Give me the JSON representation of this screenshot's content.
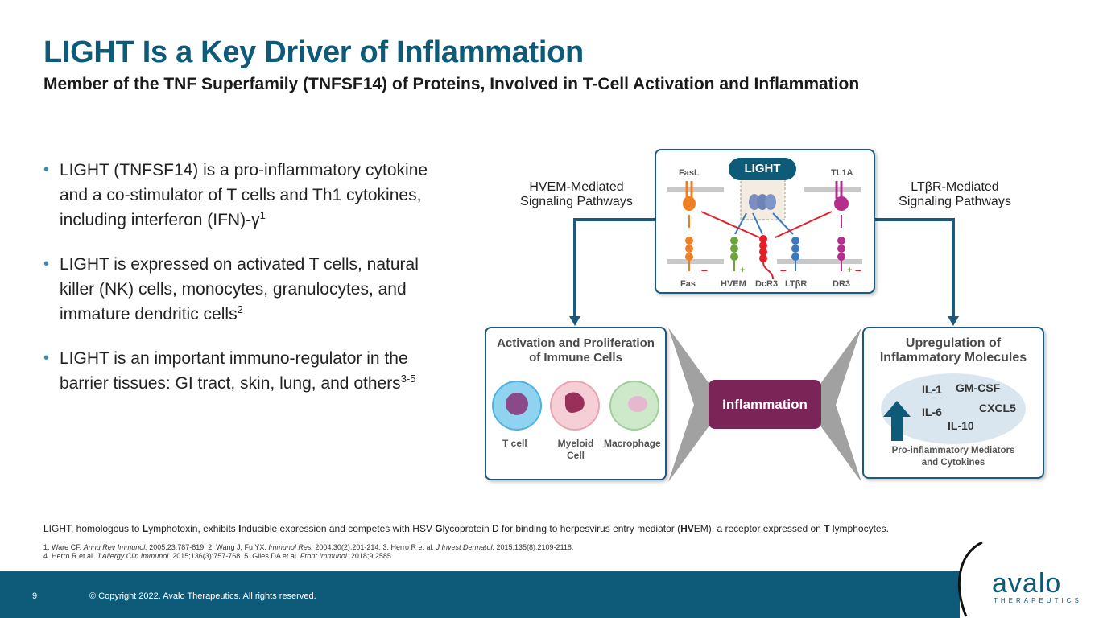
{
  "header": {
    "title": "LIGHT Is a Key Driver of Inflammation",
    "subtitle": "Member of the TNF Superfamily (TNFSF14) of Proteins, Involved in T-Cell Activation and Inflammation"
  },
  "bullets": [
    {
      "text": "LIGHT (TNFSF14) is a pro-inflammatory cytokine and a co-stimulator of T cells and Th1 cytokines, including interferon (IFN)-γ",
      "sup": "1"
    },
    {
      "text": "LIGHT is expressed on activated T cells, natural killer (NK) cells, monocytes, granulocytes, and immature dendritic cells",
      "sup": "2"
    },
    {
      "text": "LIGHT is an important immuno-regulator in the barrier tissues: GI tract, skin, lung, and others",
      "sup": "3-5"
    }
  ],
  "diagram": {
    "left_label_1": "HVEM-Mediated",
    "left_label_2": "Signaling Pathways",
    "right_label_1": "LTβR-Mediated",
    "right_label_2": "Signaling Pathways",
    "light_badge": "LIGHT",
    "fasl": "FasL",
    "tl1a": "TL1A",
    "receptors": [
      "Fas",
      "HVEM",
      "DcR3",
      "LTβR",
      "DR3"
    ],
    "signs": {
      "fas": "–",
      "hvem": "+",
      "ltbr": "–",
      "dr3_plus": "+",
      "dr3_minus": "–"
    },
    "activation_title_1": "Activation and Proliferation",
    "activation_title_2": "of Immune Cells",
    "cells": [
      "T cell",
      "Myeloid",
      "Cell",
      "Macrophage"
    ],
    "inflammation": "Inflammation",
    "upregulation_title_1": "Upregulation of",
    "upregulation_title_2": "Inflammatory Molecules",
    "molecules": [
      "IL-1",
      "GM-CSF",
      "IL-6",
      "CXCL5",
      "IL-10"
    ],
    "mediators_1": "Pro-inflammatory Mediators",
    "mediators_2": "and Cytokines",
    "colors": {
      "accent": "#0d5a79",
      "inflammation": "#7b2458",
      "fas": "#f07f22",
      "hvem": "#6ca33c",
      "dcr3": "#e22028",
      "ltbr": "#3a79bd",
      "dr3": "#b42e8f"
    }
  },
  "footnote": {
    "segments": [
      {
        "t": "LIGHT, homologous to ",
        "b": false
      },
      {
        "t": "L",
        "b": true
      },
      {
        "t": "ymphotoxin, exhibits ",
        "b": false
      },
      {
        "t": "I",
        "b": true
      },
      {
        "t": "nducible expression and competes with HSV ",
        "b": false
      },
      {
        "t": "G",
        "b": true
      },
      {
        "t": "lycoprotein D for binding to herpesvirus entry mediator (",
        "b": false
      },
      {
        "t": "HV",
        "b": true
      },
      {
        "t": "EM), a receptor expressed on ",
        "b": false
      },
      {
        "t": "T",
        "b": true
      },
      {
        "t": " lymphocytes.",
        "b": false
      }
    ]
  },
  "references": {
    "line1": [
      {
        "t": "1. Ware CF. ",
        "i": false
      },
      {
        "t": "Annu Rev Immunol.",
        "i": true
      },
      {
        "t": " 2005;23:787-819. 2. Wang J, Fu YX. ",
        "i": false
      },
      {
        "t": "Immunol Res.",
        "i": true
      },
      {
        "t": " 2004;30(2):201-214. 3. Herro R et al. ",
        "i": false
      },
      {
        "t": "J Invest Dermatol.",
        "i": true
      },
      {
        "t": " 2015;135(8):2109-2118.",
        "i": false
      }
    ],
    "line2": [
      {
        "t": "4. Herro R et al. ",
        "i": false
      },
      {
        "t": "J Allergy Clin Immunol.",
        "i": true
      },
      {
        "t": " 2015;136(3):757-768. 5. Giles DA et al. ",
        "i": false
      },
      {
        "t": "Front Immunol.",
        "i": true
      },
      {
        "t": " 2018;9:2585.",
        "i": false
      }
    ]
  },
  "footer": {
    "page_number": "9",
    "copyright": "© Copyright 2022. Avalo Therapeutics. All rights reserved.",
    "logo_word": "avalo",
    "logo_sub": "THERAPEUTICS"
  }
}
